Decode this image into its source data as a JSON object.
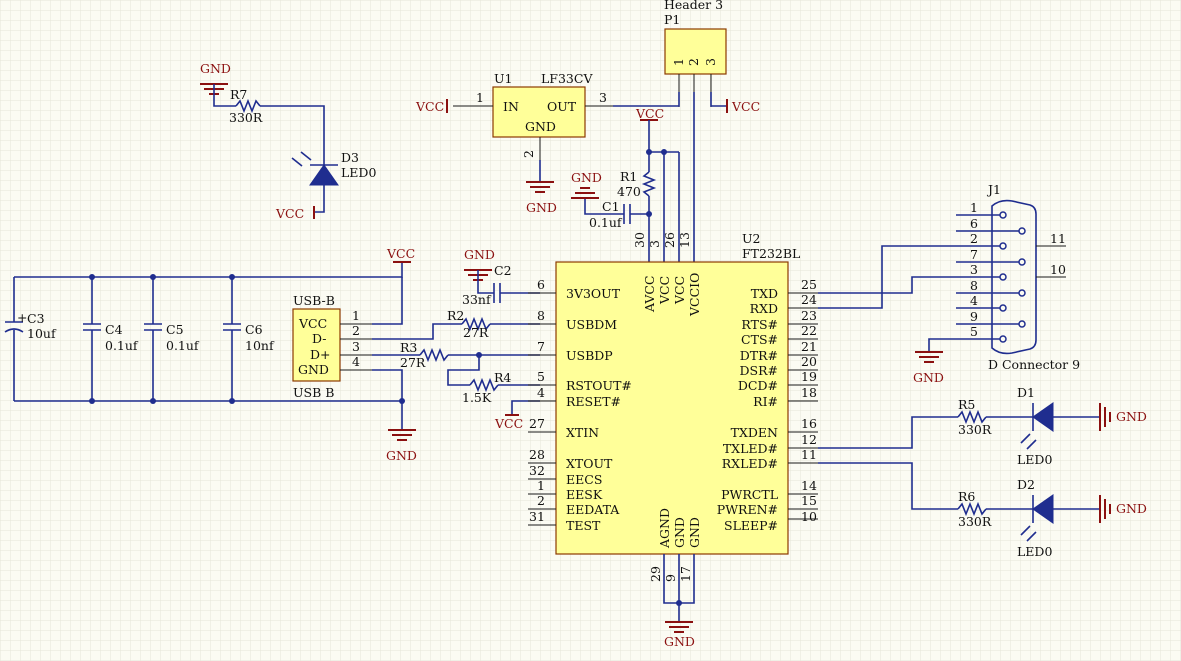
{
  "colors": {
    "wire": "#1f2d8f",
    "power": "#8b1010",
    "chip_fill": "#ffff99",
    "chip_border": "#8b3a00",
    "grid": "#e6e6d8",
    "background": "#fbfbf3"
  },
  "labels": {
    "hdr_desc": "Header 3",
    "hdr_ref": "P1",
    "hdr_p1": "1",
    "hdr_p2": "2",
    "hdr_p3": "3",
    "u1_ref": "U1",
    "u1_val": "LF33CV",
    "u1_in": "IN",
    "u1_out": "OUT",
    "u1_gnd": "GND",
    "u1_n1": "1",
    "u1_n2": "2",
    "u1_n3": "3",
    "vcc": "VCC",
    "gnd": "GND",
    "r7": "R7",
    "r7v": "330R",
    "d3": "D3",
    "d3v": "LED0",
    "r1": "R1",
    "r1v": "470",
    "c1": "C1",
    "c1v": "0.1uf",
    "c2": "C2",
    "c2v": "33nf",
    "c3": "C3",
    "c3v": "10uf",
    "c4": "C4",
    "c4v": "0.1uf",
    "c5": "C5",
    "c5v": "0.1uf",
    "c6": "C6",
    "c6v": "10nf",
    "usb_ref": "USB-B",
    "usb_val": "USB B",
    "usb_vcc": "VCC",
    "usb_dm": "D-",
    "usb_dp": "D+",
    "usb_gnd": "GND",
    "n1": "1",
    "n2": "2",
    "n3": "3",
    "n4": "4",
    "r2": "R2",
    "r2v": "27R",
    "r3": "R3",
    "r3v": "27R",
    "r4": "R4",
    "r4v": "1.5K",
    "u2_ref": "U2",
    "u2_val": "FT232BL",
    "p_3v3": "3V3OUT",
    "p_usbdm": "USBDM",
    "p_usbdp": "USBDP",
    "p_rstout": "RSTOUT#",
    "p_reset": "RESET#",
    "p_xtin": "XTIN",
    "p_xtout": "XTOUT",
    "p_eecs": "EECS",
    "p_eesk": "EESK",
    "p_eedata": "EEDATA",
    "p_test": "TEST",
    "p_txd": "TXD",
    "p_rxd": "RXD",
    "p_rts": "RTS#",
    "p_cts": "CTS#",
    "p_dtr": "DTR#",
    "p_dsr": "DSR#",
    "p_dcd": "DCD#",
    "p_ri": "RI#",
    "p_txden": "TXDEN",
    "p_txled": "TXLED#",
    "p_rxled": "RXLED#",
    "p_pwrctl": "PWRCTL",
    "p_pwren": "PWREN#",
    "p_sleep": "SLEEP#",
    "p_avcc": "AVCC",
    "p_vcc": "VCC",
    "p_vccio": "VCCIO",
    "p_agnd": "AGND",
    "p_gnd": "GND",
    "n6": "6",
    "n8": "8",
    "n7": "7",
    "n5": "5",
    "n4b": "4",
    "n27": "27",
    "n28": "28",
    "n32": "32",
    "n1b": "1",
    "n2b": "2",
    "n31": "31",
    "n25": "25",
    "n24": "24",
    "n23": "23",
    "n22": "22",
    "n21": "21",
    "n20": "20",
    "n19": "19",
    "n18": "18",
    "n16": "16",
    "n12": "12",
    "n11": "11",
    "n14": "14",
    "n15": "15",
    "n10": "10",
    "n30": "30",
    "n3b": "3",
    "n26": "26",
    "n13": "13",
    "n29": "29",
    "n9": "9",
    "n17": "17",
    "j1": "J1",
    "j1v": "D Connector 9",
    "j1n1": "1",
    "j1n6": "6",
    "j1n2": "2",
    "j1n7": "7",
    "j1n3": "3",
    "j1n8": "8",
    "j1n4": "4",
    "j1n9": "9",
    "j1n5": "5",
    "j1n10": "10",
    "j1n11": "11",
    "r5": "R5",
    "r5v": "330R",
    "d1": "D1",
    "d1v": "LED0",
    "r6": "R6",
    "r6v": "330R",
    "d2": "D2",
    "d2v": "LED0"
  }
}
